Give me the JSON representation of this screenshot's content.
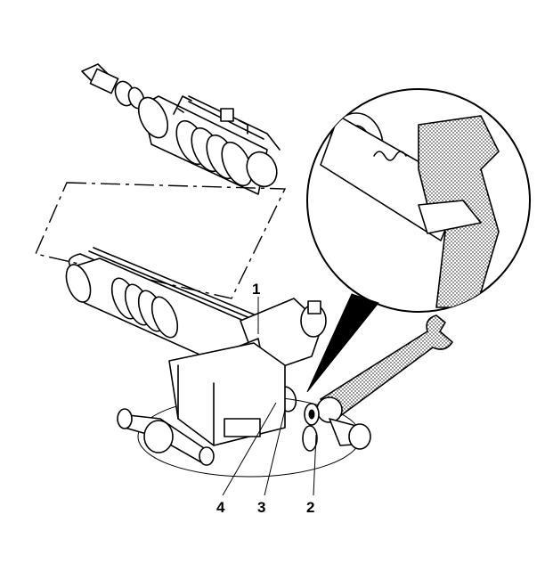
{
  "callouts": [
    {
      "id": "1",
      "label": "1"
    },
    {
      "id": "2",
      "label": "2"
    },
    {
      "id": "3",
      "label": "3"
    },
    {
      "id": "4",
      "label": "4"
    }
  ],
  "colors": {
    "ink": "#000000",
    "paper": "#ffffff",
    "stipple": "#000000"
  }
}
